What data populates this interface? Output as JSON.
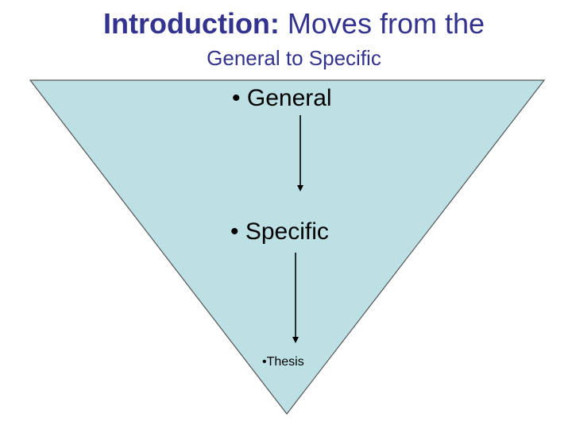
{
  "slide": {
    "title_bold": "Introduction:",
    "title_rest": " Moves from the",
    "subtitle": "General to Specific"
  },
  "diagram": {
    "levels": [
      {
        "bullet": "•",
        "label": "General"
      },
      {
        "bullet": "•",
        "label": "Specific"
      },
      {
        "bullet": "•",
        "label": "Thesis"
      }
    ]
  },
  "colors": {
    "title": "#33338f",
    "funnel_fill": "#bde0e5",
    "funnel_stroke": "#555555",
    "arrow": "#000000"
  }
}
